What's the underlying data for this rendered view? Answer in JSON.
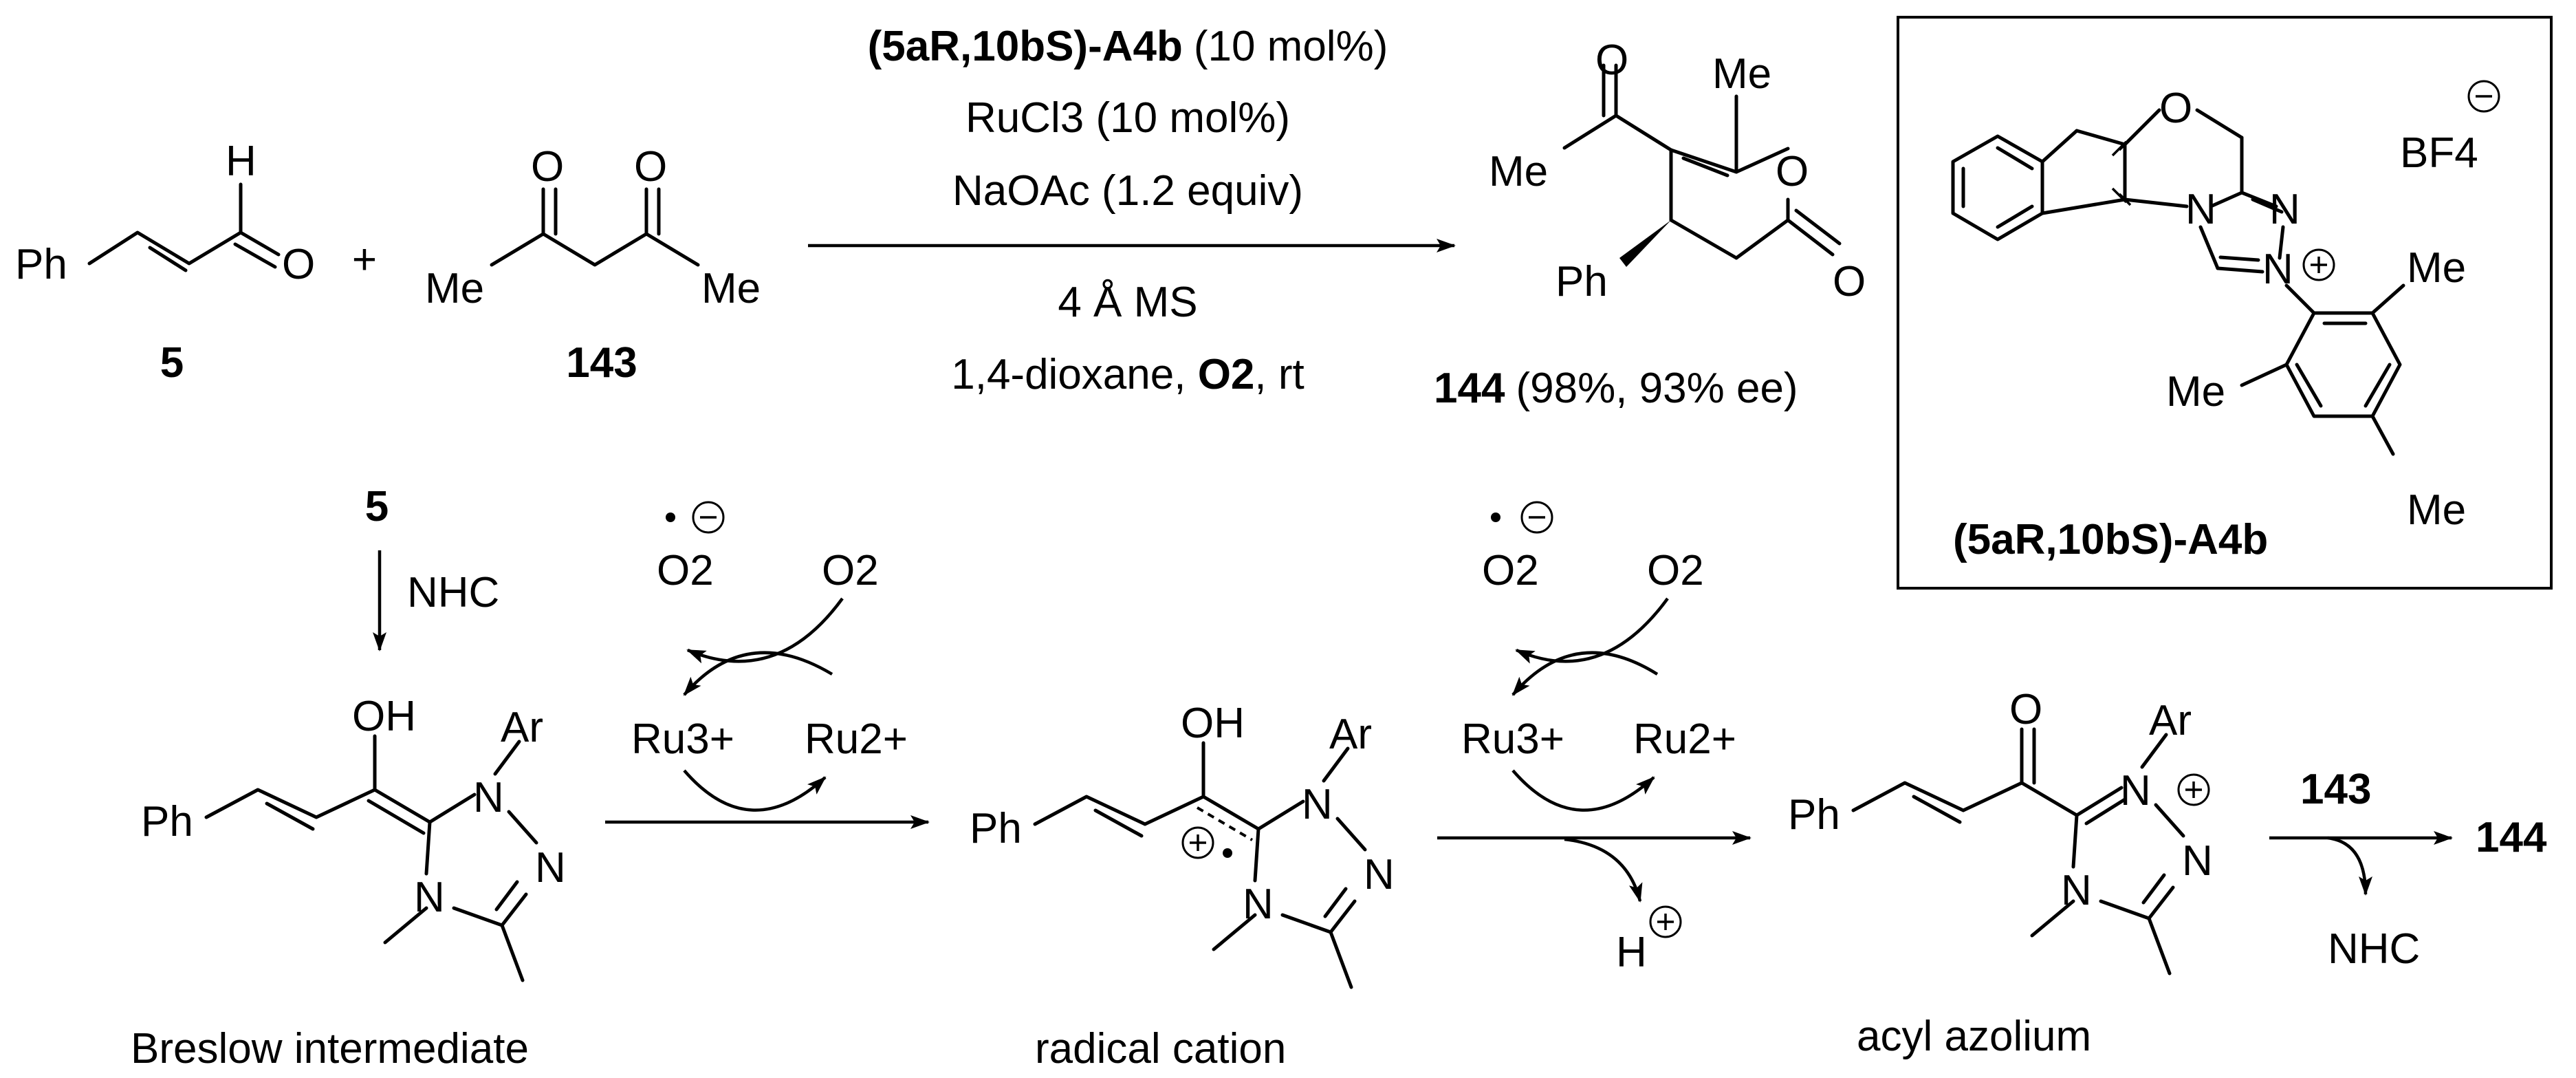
{
  "reaction": {
    "reactant_aldehyde": {
      "ph": "Ph",
      "h": "H",
      "o": "O",
      "number": "5"
    },
    "plus": "+",
    "reactant_diketone": {
      "o1": "O",
      "o2": "O",
      "me1": "Me",
      "me2": "Me",
      "number": "143"
    },
    "conditions": {
      "catalyst": "(5aR,10bS)-A4b",
      "catalyst_loading": "(10 mol%)",
      "oxidant_cat": "RuCl3 (10 mol%)",
      "base": "NaOAc (1.2 equiv)",
      "additive": "4 Å MS",
      "solvent_prefix": "1,4-dioxane, ",
      "solvent_o2": "O2",
      "solvent_suffix": ", rt"
    },
    "product": {
      "o_acyl": "O",
      "me_top": "Me",
      "me_acyl": "Me",
      "o_ring": "O",
      "o_carbonyl": "O",
      "ph": "Ph",
      "number": "144",
      "yield": "(98%, 93% ee)"
    }
  },
  "catalyst_box": {
    "o_ring": "O",
    "n1": "N",
    "n2": "N",
    "n3": "N",
    "counterion": "BF4",
    "me_para": "Me",
    "me_ortho1": "Me",
    "me_ortho2": "Me",
    "label": "(5aR,10bS)-A4b"
  },
  "mechanism": {
    "start": "5",
    "nhc_step": "NHC",
    "breslow": {
      "ph": "Ph",
      "oh": "OH",
      "ar": "Ar",
      "n1": "N",
      "n2": "N",
      "n3": "N",
      "label": "Breslow intermediate"
    },
    "cycle1": {
      "superoxide": "O2",
      "o2": "O2",
      "ru3": "Ru3+",
      "ru2": "Ru2+"
    },
    "radical": {
      "ph": "Ph",
      "oh": "OH",
      "ar": "Ar",
      "n1": "N",
      "n2": "N",
      "n3": "N",
      "label": "radical cation"
    },
    "cycle2": {
      "superoxide": "O2",
      "o2": "O2",
      "ru3": "Ru3+",
      "ru2": "Ru2+",
      "proton": "H"
    },
    "acyl": {
      "ph": "Ph",
      "o": "O",
      "ar": "Ar",
      "n1": "N",
      "n2": "N",
      "n3": "N",
      "label": "acyl azolium"
    },
    "final_reagent": "143",
    "final_product": "144",
    "released": "NHC"
  }
}
